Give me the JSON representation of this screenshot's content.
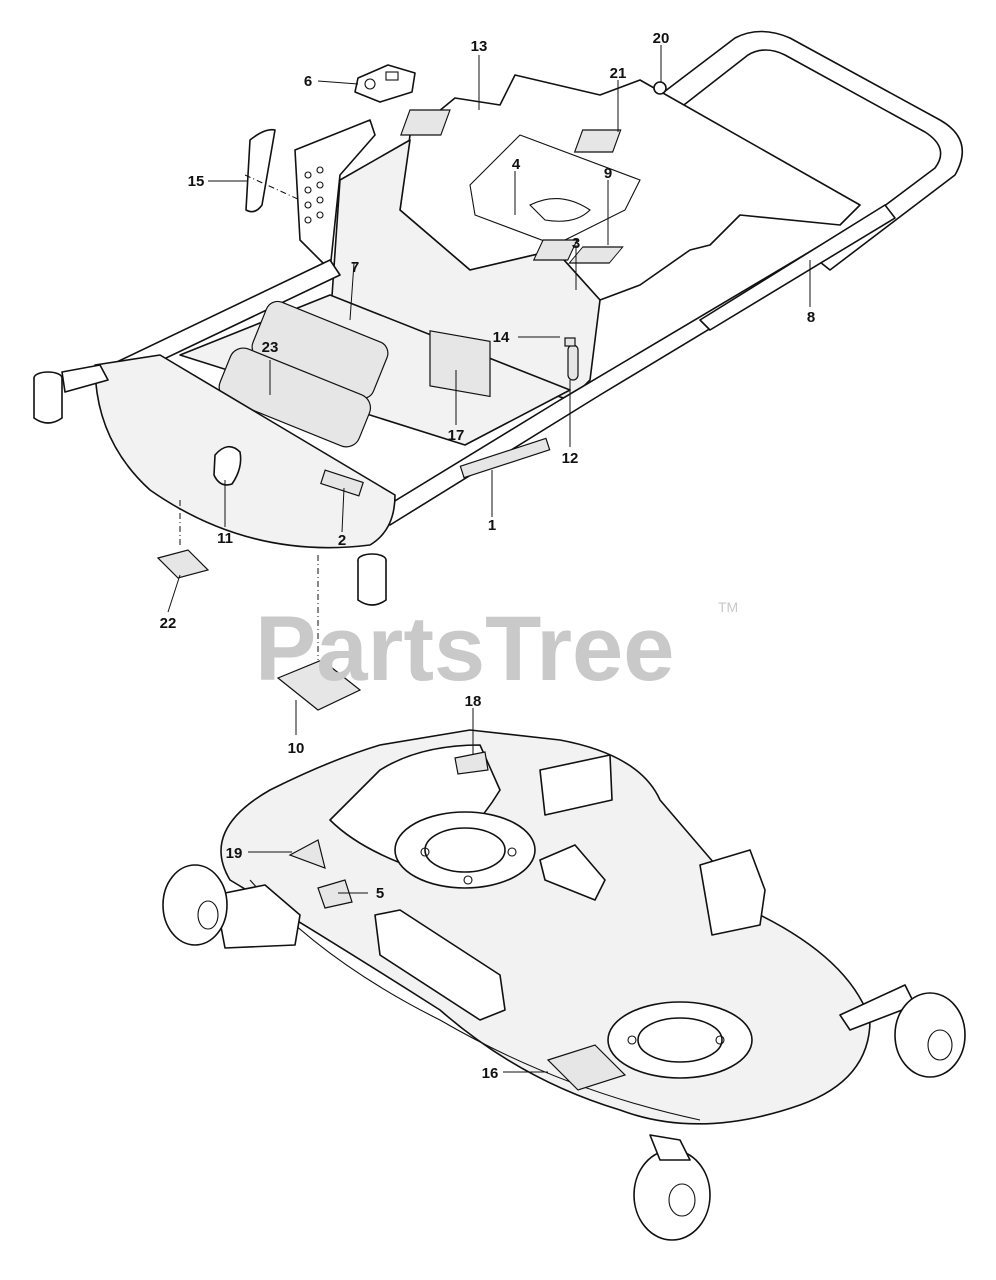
{
  "watermark": {
    "text": "PartsTree",
    "tm": "TM"
  },
  "callouts": [
    "1",
    "2",
    "3",
    "4",
    "5",
    "6",
    "7",
    "8",
    "9",
    "10",
    "11",
    "12",
    "13",
    "14",
    "15",
    "16",
    "17",
    "18",
    "19",
    "20",
    "21",
    "22",
    "23"
  ]
}
